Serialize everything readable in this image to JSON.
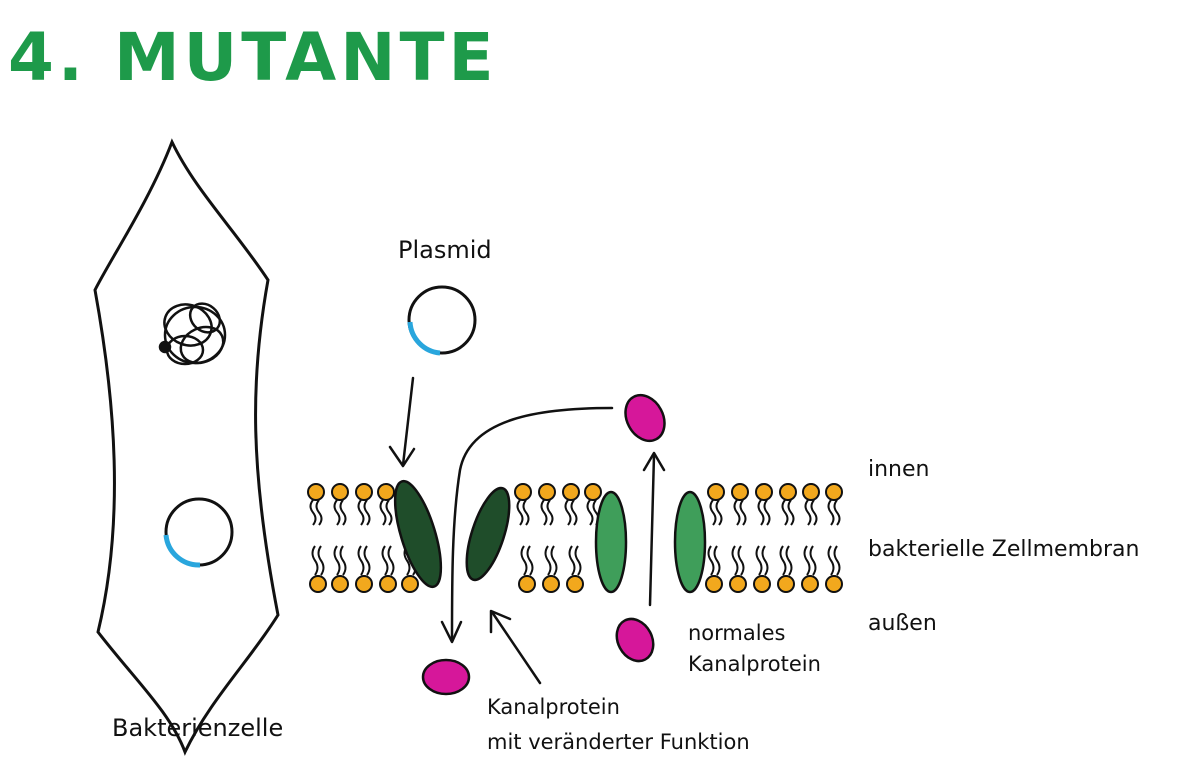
{
  "title": "4. MUTANTE",
  "labels": {
    "plasmid": "Plasmid",
    "bacterial_cell": "Bakterienzelle",
    "inside": "innen",
    "membrane": "bakterielle Zellmembran",
    "outside": "außen",
    "normal_channel_line1": "normales",
    "normal_channel_line2": "Kanalprotein",
    "altered_channel_line1": "Kanalprotein",
    "altered_channel_line2": "mit veränderter Funktion"
  },
  "colors": {
    "title_green": "#1e9a4a",
    "ink": "#111111",
    "lipid_head": "#f2a81d",
    "mutant_protein": "#1f4d2a",
    "normal_protein": "#3f9e5a",
    "ion": "#d6179a",
    "plasmid_gene": "#29a6dd"
  }
}
